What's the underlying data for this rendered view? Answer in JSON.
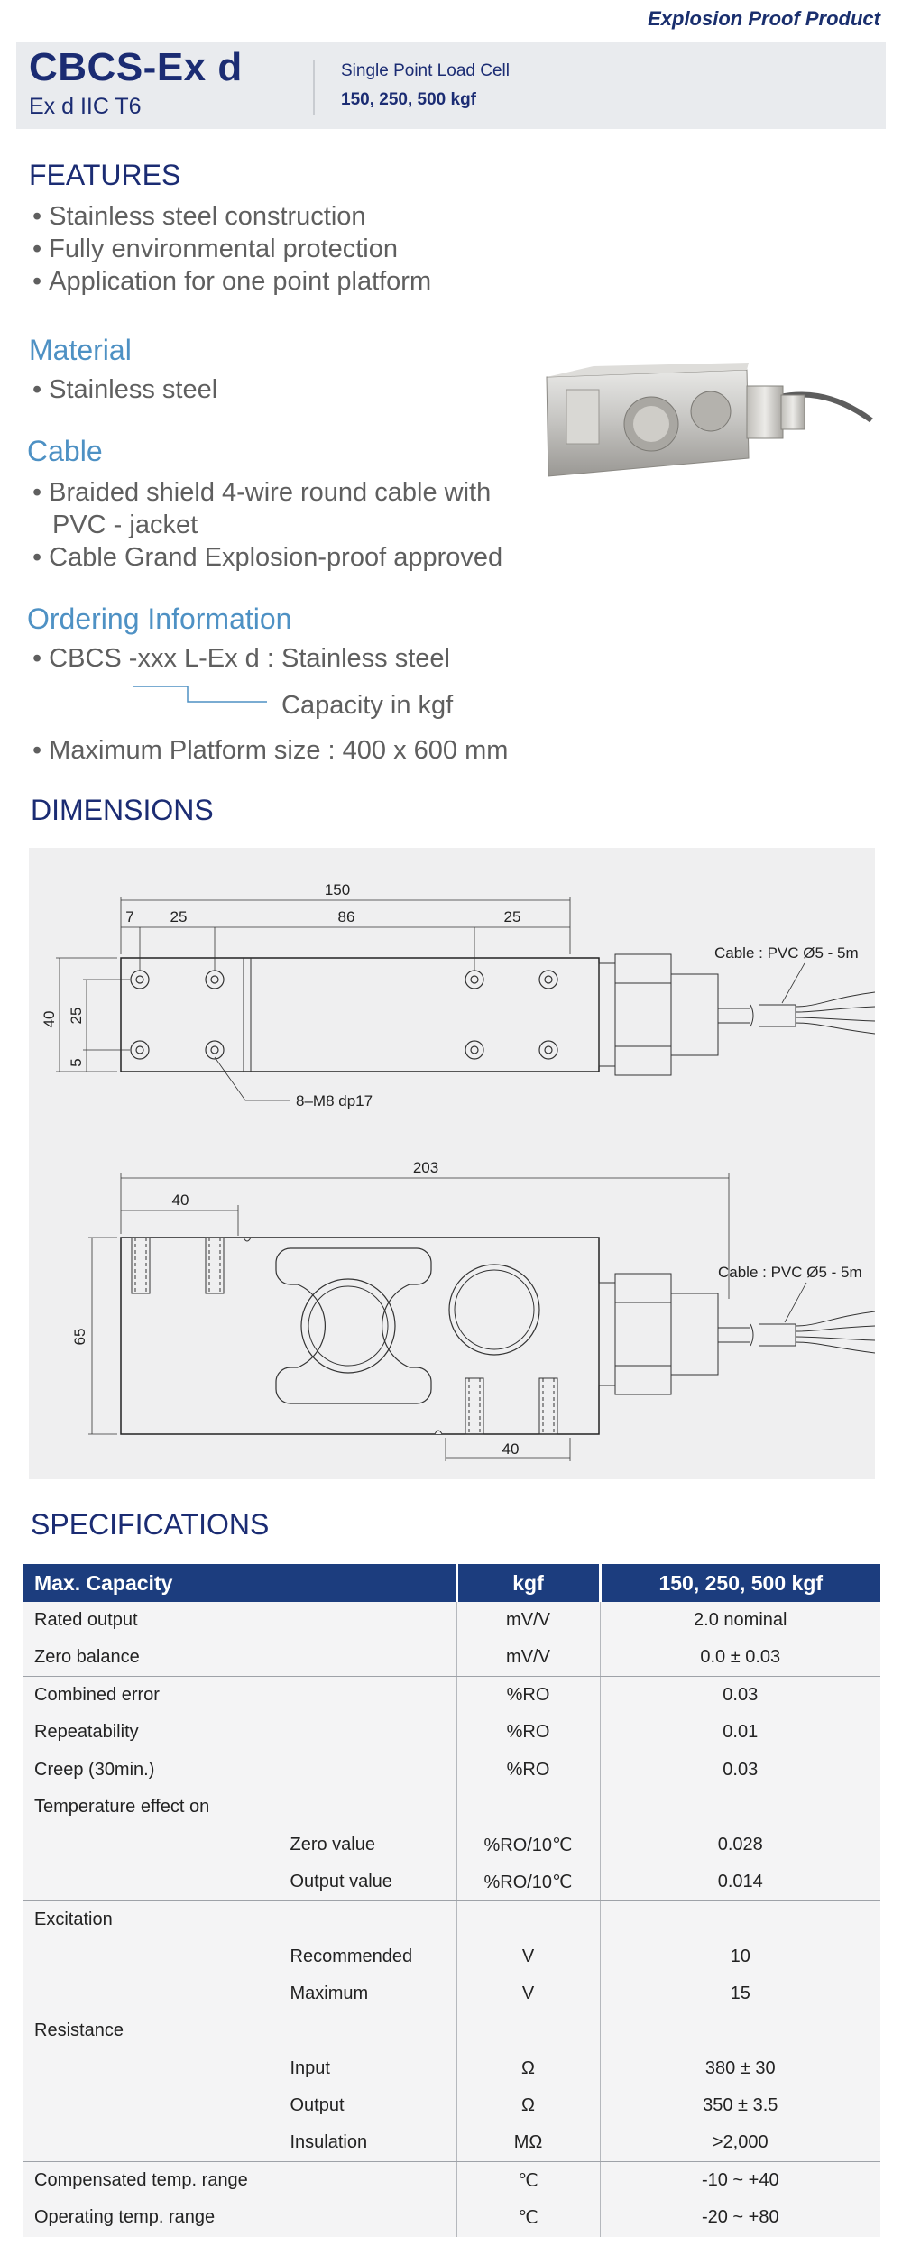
{
  "header": {
    "category": "Explosion Proof Product",
    "model": "CBCS-Ex d",
    "rating": "Ex d IIC T6",
    "subtitle": "Single Point Load Cell",
    "capacities": "150, 250, 500 kgf"
  },
  "features": {
    "heading": "FEATURES",
    "items": [
      "Stainless steel construction",
      "Fully environmental protection",
      "Application for one point platform"
    ]
  },
  "material": {
    "heading": "Material",
    "items": [
      "Stainless steel"
    ]
  },
  "cable": {
    "heading": "Cable",
    "items": [
      "Braided shield 4-wire round cable with",
      "PVC - jacket",
      "Cable Grand Explosion-proof approved"
    ]
  },
  "ordering": {
    "heading": "Ordering Information",
    "code_line": "CBCS -xxx L-Ex d : Stainless steel",
    "capacity_note": "Capacity in kgf",
    "platform_line": "Maximum Platform size : 400 x 600 mm"
  },
  "dimensions": {
    "heading": "DIMENSIONS",
    "top_view": {
      "overall": "150",
      "d7": "7",
      "d25a": "25",
      "d86": "86",
      "d25b": "25",
      "h40": "40",
      "h25": "25",
      "h5": "5",
      "holes": "8–M8 dp17",
      "cable": "Cable : PVC Ø5 - 5m"
    },
    "side_view": {
      "overall": "203",
      "d40a": "40",
      "h65": "65",
      "d40b": "40",
      "cable": "Cable : PVC Ø5 - 5m"
    }
  },
  "specs": {
    "heading": "SPECIFICATIONS",
    "columns": [
      "Max. Capacity",
      "kgf",
      "150, 250, 500 kgf"
    ],
    "rows": [
      {
        "param": "Rated output",
        "sub": "",
        "unit": "mV/V",
        "value": "2.0 nominal"
      },
      {
        "param": "Zero balance",
        "sub": "",
        "unit": "mV/V",
        "value": "0.0 ± 0.03"
      },
      {
        "param": "Combined error",
        "sub": "",
        "unit": "%RO",
        "value": "0.03"
      },
      {
        "param": "Repeatability",
        "sub": "",
        "unit": "%RO",
        "value": "0.01"
      },
      {
        "param": "Creep (30min.)",
        "sub": "",
        "unit": "%RO",
        "value": "0.03"
      },
      {
        "param": "Temperature effect on",
        "sub": "",
        "unit": "",
        "value": ""
      },
      {
        "param": "",
        "sub": "Zero value",
        "unit": "%RO/10℃",
        "value": "0.028"
      },
      {
        "param": "",
        "sub": "Output  value",
        "unit": "%RO/10℃",
        "value": "0.014"
      },
      {
        "param": "Excitation",
        "sub": "",
        "unit": "",
        "value": ""
      },
      {
        "param": "",
        "sub": "Recommended",
        "unit": "V",
        "value": "10"
      },
      {
        "param": "",
        "sub": "Maximum",
        "unit": "V",
        "value": "15"
      },
      {
        "param": "Resistance",
        "sub": "",
        "unit": "",
        "value": ""
      },
      {
        "param": "",
        "sub": "Input",
        "unit": "Ω",
        "value": "380 ± 30"
      },
      {
        "param": "",
        "sub": "Output",
        "unit": "Ω",
        "value": "350 ± 3.5"
      },
      {
        "param": "",
        "sub": "Insulation",
        "unit": "MΩ",
        "value": ">2,000"
      },
      {
        "param": "Compensated temp. range",
        "sub": "",
        "unit": "℃",
        "value": "-10 ~ +40"
      },
      {
        "param": "Operating temp. range",
        "sub": "",
        "unit": "℃",
        "value": "-20 ~ +80"
      }
    ]
  }
}
